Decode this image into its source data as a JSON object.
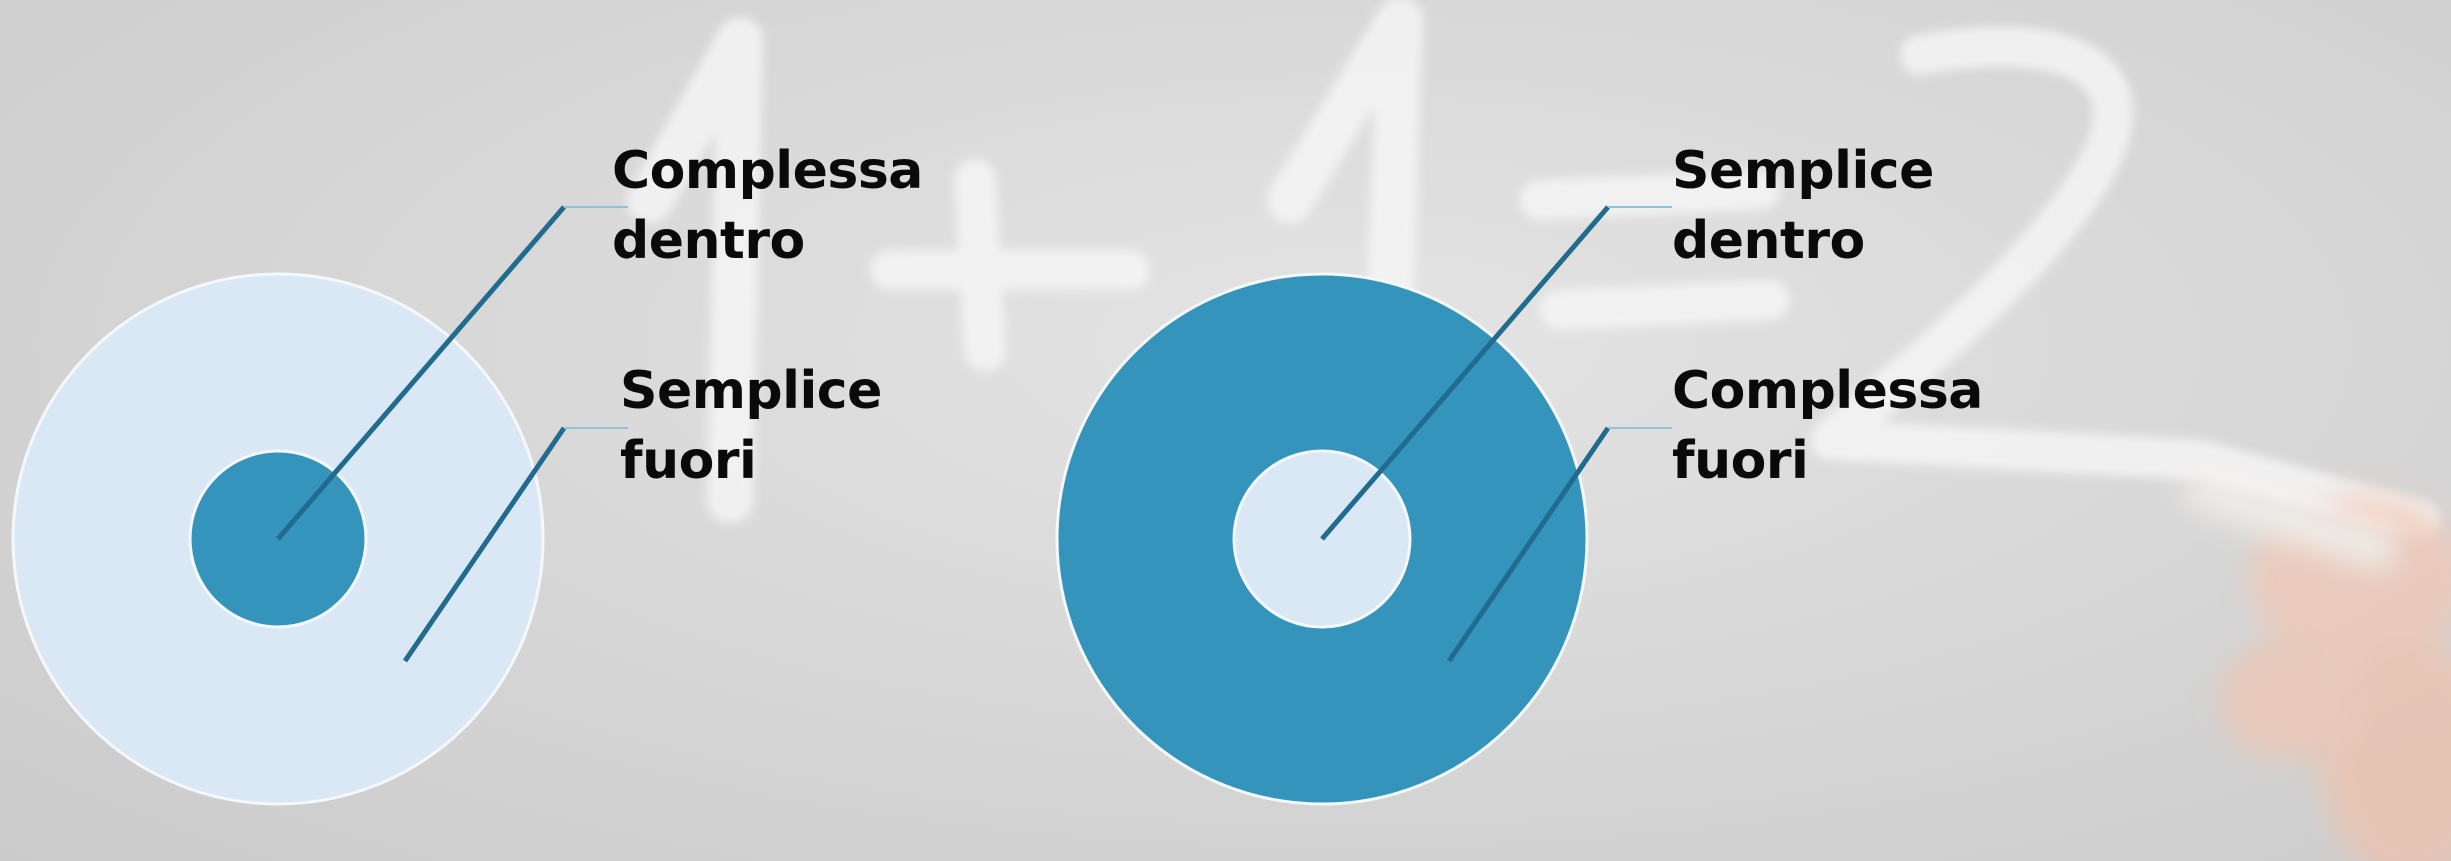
{
  "colors": {
    "light_fill": "#d9e8f4",
    "dark_fill": "#3494bb",
    "leader_line": "#216b8e",
    "leader_tick": "#8ec3dc",
    "circle_stroke": "#f4f8fb",
    "chalk": "#f4f4f4"
  },
  "background": {
    "description_icon": "chalkboard-equation-image"
  },
  "diagram_left": {
    "inner_label": {
      "line1": "Complessa",
      "line2": "dentro"
    },
    "outer_label": {
      "line1": "Semplice",
      "line2": "fuori"
    }
  },
  "diagram_right": {
    "inner_label": {
      "line1": "Semplice",
      "line2": "dentro"
    },
    "outer_label": {
      "line1": "Complessa",
      "line2": "fuori"
    }
  }
}
